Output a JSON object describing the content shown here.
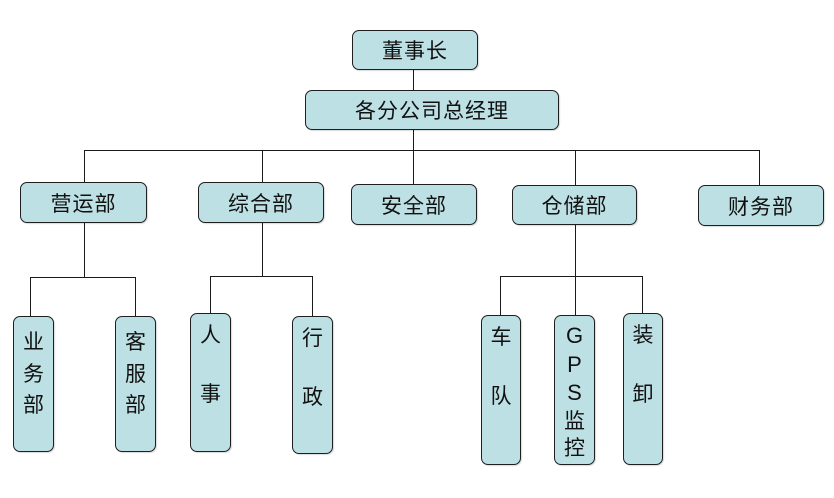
{
  "diagram": {
    "title": "组织结构图",
    "root": {
      "label": "董事长"
    },
    "level1": {
      "label": "各分公司总经理"
    },
    "departments": [
      {
        "label": "营运部",
        "children": [
          [
            "业",
            "务",
            "部"
          ],
          [
            "客",
            "服",
            "部"
          ]
        ]
      },
      {
        "label": "综合部",
        "children": [
          [
            "人",
            "事"
          ],
          [
            "行",
            "政"
          ]
        ]
      },
      {
        "label": "安全部",
        "children": []
      },
      {
        "label": "仓储部",
        "children": [
          [
            "车",
            "队"
          ],
          [
            "G",
            "P",
            "S",
            "监",
            "控"
          ],
          [
            "装",
            "卸"
          ]
        ]
      },
      {
        "label": "财务部",
        "children": []
      }
    ],
    "colors": {
      "box_fill": "#bde0e4",
      "border": "#1f1f1f",
      "line": "#1a1a1a"
    }
  }
}
